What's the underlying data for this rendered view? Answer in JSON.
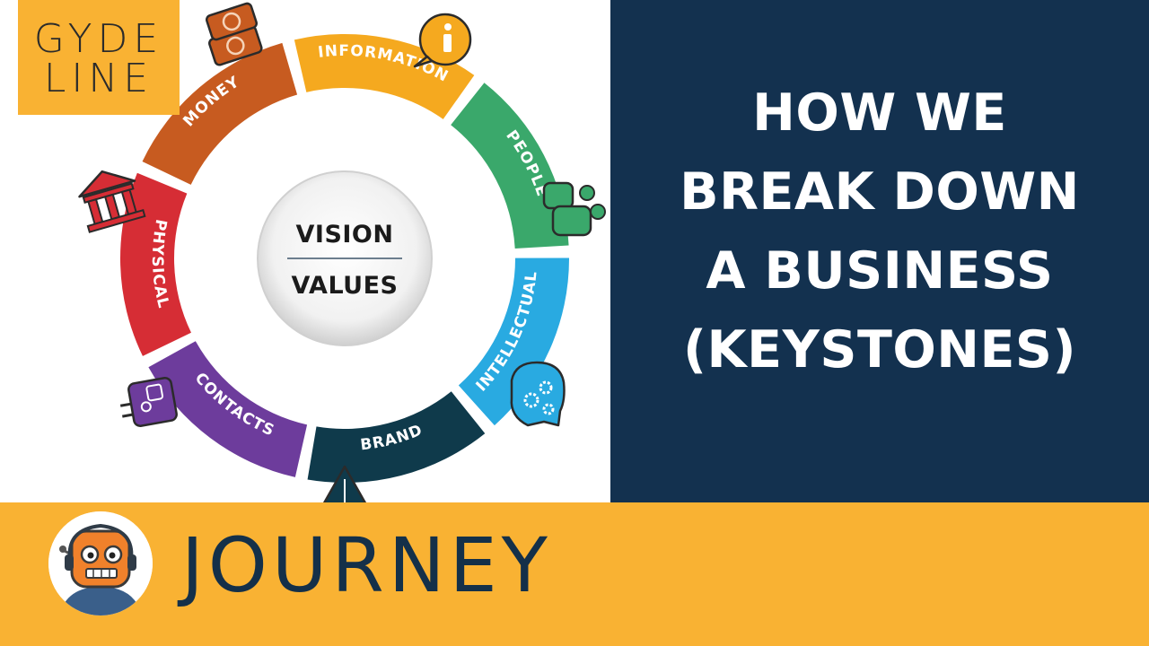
{
  "logo": {
    "line1": "GYDE",
    "line2": "LINE"
  },
  "diagram": {
    "center": {
      "top": "VISION",
      "bottom": "VALUES"
    },
    "segments": [
      {
        "label": "MONEY",
        "color": "#c75b20",
        "icon": "money-icon"
      },
      {
        "label": "INFORMATION",
        "color": "#f5a91f",
        "icon": "info-icon"
      },
      {
        "label": "PEOPLE",
        "color": "#3aa86b",
        "icon": "people-icon"
      },
      {
        "label": "INTELLECTUAL",
        "color": "#29aae1",
        "icon": "gears-icon"
      },
      {
        "label": "BRAND",
        "color": "#0f3a4b",
        "icon": "triangle-icon"
      },
      {
        "label": "CONTACTS",
        "color": "#6d3c9c",
        "icon": "contacts-icon"
      },
      {
        "label": "PHYSICAL",
        "color": "#d62d35",
        "icon": "building-icon"
      }
    ]
  },
  "title": {
    "lines": [
      "HOW WE",
      "BREAK DOWN",
      "A BUSINESS",
      "(KEYSTONES)"
    ]
  },
  "footer": {
    "label": "JOURNEY"
  },
  "colors": {
    "panel": "#13314f",
    "accent": "#f9b233",
    "footer_text": "#143049"
  }
}
